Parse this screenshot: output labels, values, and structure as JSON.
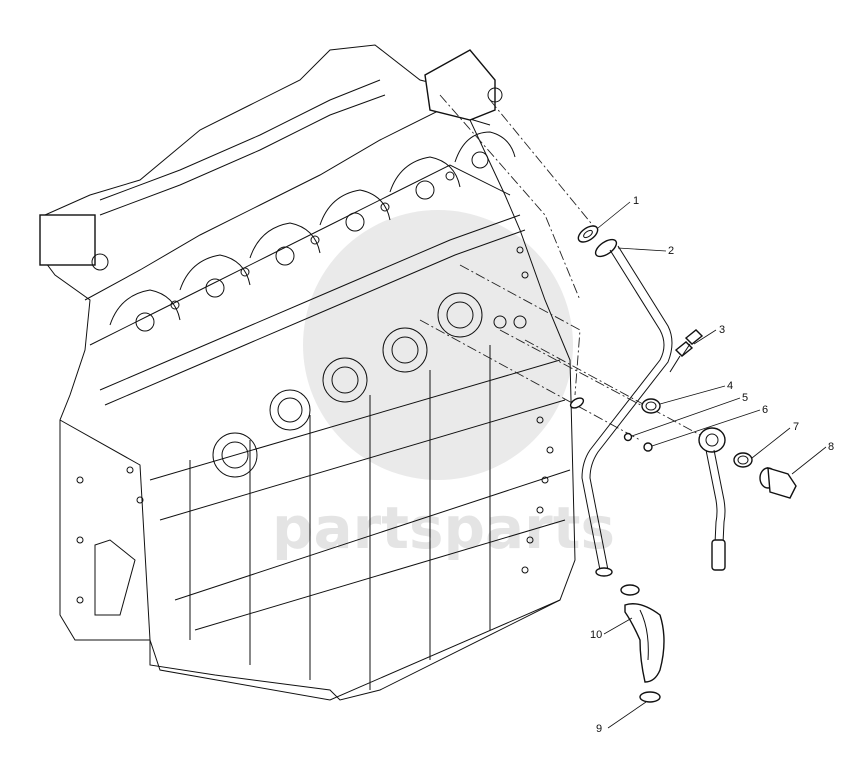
{
  "watermark": {
    "text": "partsparts"
  },
  "callouts": [
    {
      "id": "1",
      "label": "1"
    },
    {
      "id": "2",
      "label": "2"
    },
    {
      "id": "3",
      "label": "3"
    },
    {
      "id": "4",
      "label": "4"
    },
    {
      "id": "5",
      "label": "5"
    },
    {
      "id": "6",
      "label": "6"
    },
    {
      "id": "7",
      "label": "7"
    },
    {
      "id": "8",
      "label": "8"
    },
    {
      "id": "9",
      "label": "9"
    },
    {
      "id": "10",
      "label": "10"
    }
  ]
}
